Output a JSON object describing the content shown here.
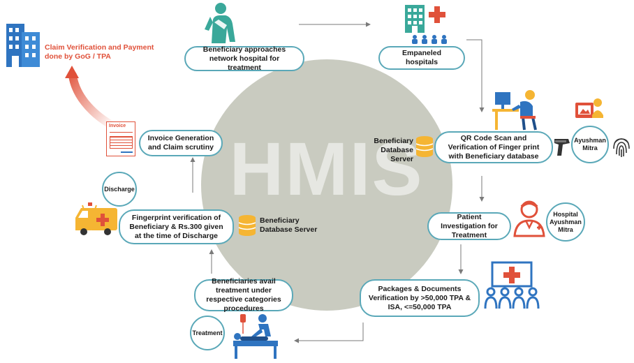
{
  "center_watermark": "HMIS",
  "colors": {
    "accent": "#5aa8b8",
    "center_circle": "#c9cbc0",
    "claim_text": "#e0513a",
    "icon_blue": "#2f74c0",
    "icon_green": "#3aa89a",
    "icon_orange": "#f5b533",
    "icon_red": "#e0513a"
  },
  "steps": {
    "approach": "Beneficiary approaches network hospital for treatment",
    "empaneled": "Empaneled hospitals",
    "qr_scan": "QR Code Scan and Verification of Finger print with Beneficiary database",
    "investigation": "Patient Investigation for Treatment",
    "packages": "Packages & Documents Verification by >50,000 TPA & ISA, <=50,000 TPA",
    "avail": "Beneficiaries avail treatment under respective categories procedures",
    "fingerprint_discharge": "Fingerprint verification of Beneficiary & Rs.300 given at the time of Discharge",
    "invoice_generation": "Invoice Generation and Claim scrutiny"
  },
  "labels": {
    "claim": "Claim Verification and Payment done by GoG / TPA",
    "db_server_right": "Beneficiary Database Server",
    "db_server_left": "Beneficiary Database Server",
    "ayushman_mitra": "Ayushman Mitra",
    "hospital_ayushman_mitra": "Hospital Ayushman Mitra",
    "discharge": "Discharge",
    "treatment": "Treatment",
    "invoice_doc": "Invoice"
  },
  "icons": {
    "claim": "office-building-icon",
    "approach": "injured-person-icon",
    "empaneled": "hospital-building-icon",
    "qr_scan": "desk-worker-icon",
    "scanner": "barcode-scanner-icon",
    "id_card": "id-card-icon",
    "fingerprint": "fingerprint-icon",
    "doctor": "doctor-icon",
    "screen": "medical-screen-icon",
    "treatment": "patient-bed-icon",
    "ambulance": "ambulance-icon",
    "invoice": "invoice-icon",
    "database": "database-icon"
  }
}
